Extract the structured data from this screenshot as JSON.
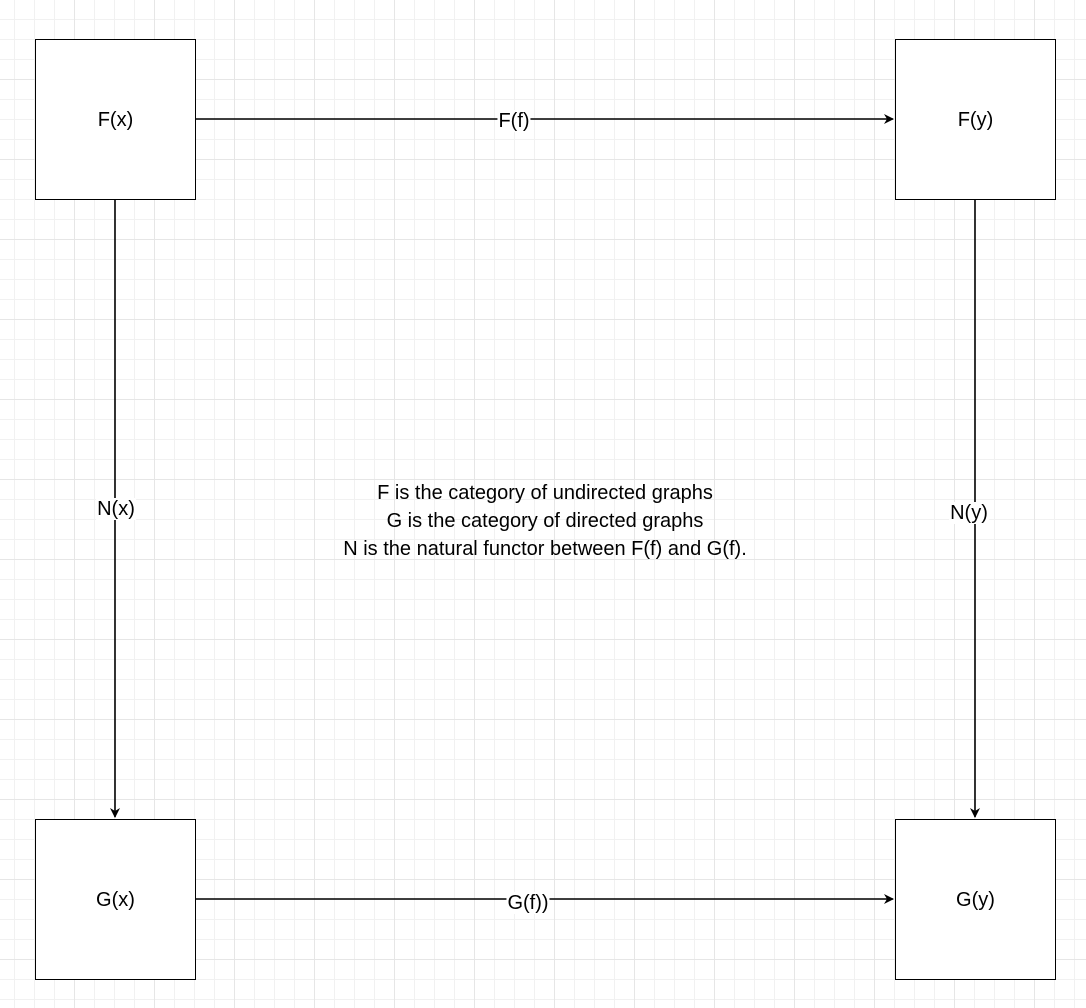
{
  "nodes": {
    "fx": "F(x)",
    "fy": "F(y)",
    "gx": "G(x)",
    "gy": "G(y)"
  },
  "edges": {
    "ff": "F(f)",
    "gf": "G(f))",
    "nx": "N(x)",
    "ny": "N(y)"
  },
  "note": [
    "F is the category of undirected graphs",
    "G is the category of directed graphs",
    "N is the natural functor between F(f) and G(f)."
  ],
  "colors": {
    "stroke": "#000000",
    "grid": "#e6e6e6",
    "background": "#ffffff"
  }
}
